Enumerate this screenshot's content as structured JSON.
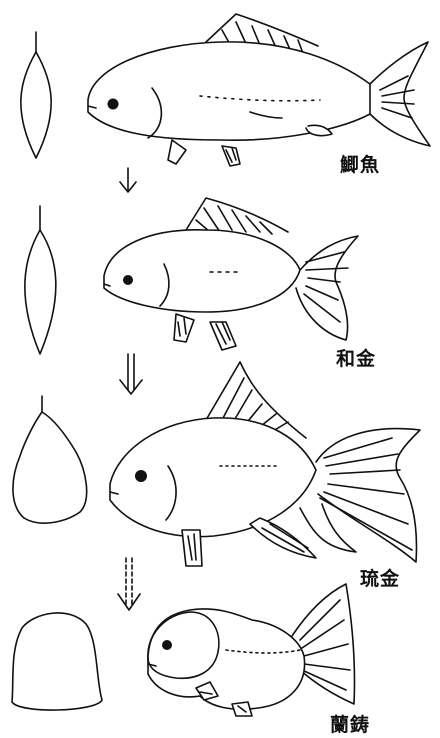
{
  "stages": [
    {
      "id": "crucian",
      "label": "鯽魚"
    },
    {
      "id": "wakin",
      "label": "和金"
    },
    {
      "id": "ryukin",
      "label": "琉金"
    },
    {
      "id": "ranchu",
      "label": "蘭鋳"
    }
  ],
  "colors": {
    "ink": "#111111",
    "background": "#ffffff"
  },
  "icons": [
    "down-arrow-icon"
  ]
}
